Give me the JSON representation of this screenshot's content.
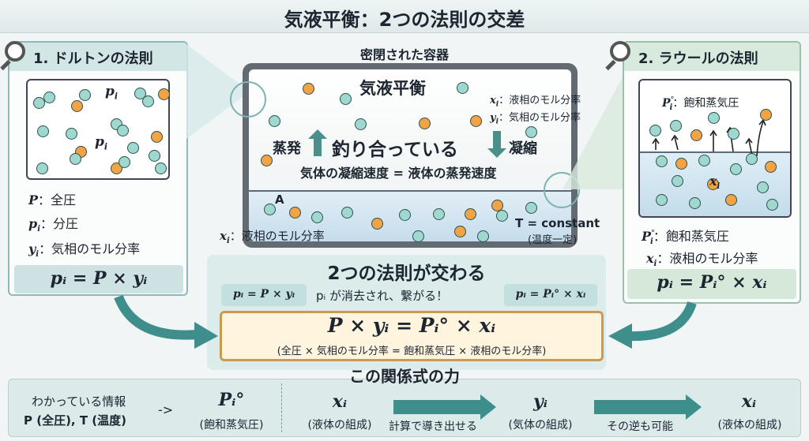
{
  "title": "気液平衡：2つの法則の交差",
  "dalton": {
    "heading": "1. ドルトンの法則",
    "box_label_1": "p",
    "box_label_1_sub": "i",
    "box_label_2": "p",
    "box_label_2_sub": "i",
    "defs": [
      {
        "sym": "P",
        "sub": "",
        "text": "：全圧"
      },
      {
        "sym": "p",
        "sub": "i",
        "text": "：分圧"
      },
      {
        "sym": "y",
        "sub": "i",
        "text": "：気相のモル分率"
      }
    ],
    "formula": "pᵢ = P × yᵢ"
  },
  "container": {
    "label": "密閉された容器",
    "heading": "気液平衡",
    "legend": [
      {
        "sym": "x",
        "sub": "i",
        "text": "：液相のモル分率"
      },
      {
        "sym": "y",
        "sub": "i",
        "text": "：気相のモル分率"
      }
    ],
    "evap": "蒸発",
    "balance": "釣り合っている",
    "cond": "凝縮",
    "rate_eq": "気体の凝縮速度 = 液体の蒸発速度",
    "marker_a": "A",
    "liquid_label_sym": "x",
    "liquid_label_sub": "i",
    "liquid_label_text": "：液相のモル分率",
    "temp_eq": "T = constant",
    "temp_note": "(温度一定)"
  },
  "raoult": {
    "heading": "2. ラウールの法則",
    "box_top_sym": "P",
    "box_top_sub": "i",
    "box_top_text": "：飽和蒸気圧",
    "box_liquid_sym": "x",
    "box_liquid_sub": "i",
    "defs": [
      {
        "sym": "P",
        "sub": "i",
        "sup": "°",
        "text": "：飽和蒸気圧"
      },
      {
        "sym": "x",
        "sub": "i",
        "sup": "",
        "text": "：液相のモル分率"
      }
    ],
    "formula": "pᵢ = Pᵢ° × xᵢ"
  },
  "intersection": {
    "heading": "2つの法則が交わる",
    "mini_left": "pᵢ = P × yᵢ",
    "middle_text": "pᵢ が消去され、繋がる！",
    "mini_right": "pᵢ = Pᵢ° × xᵢ",
    "key_formula": "P × yᵢ = Pᵢ° × xᵢ",
    "key_caption": "(全圧 × 気相のモル分率 = 飽和蒸気圧 × 液相のモル分率)"
  },
  "power": {
    "heading": "この関係式の力",
    "known_label": "わかっている情報",
    "known_vals": "P (全圧), T (温度)",
    "arrow_small": "->",
    "step1_sym": "Pᵢ°",
    "step1_note": "(飽和蒸気圧)",
    "step2_sym": "xᵢ",
    "step2_note": "(液体の組成)",
    "arrow1_label": "計算で導き出せる",
    "step3_sym": "yᵢ",
    "step3_note": "(気体の組成)",
    "arrow2_label": "その逆も可能",
    "step4_sym": "xᵢ",
    "step4_note": "(液体の組成)"
  },
  "colors": {
    "molecule_blue": "#9ed8cf",
    "molecule_orange": "#f2a444",
    "teal_arrow": "#3e8f8c",
    "key_border": "#c99a55"
  }
}
